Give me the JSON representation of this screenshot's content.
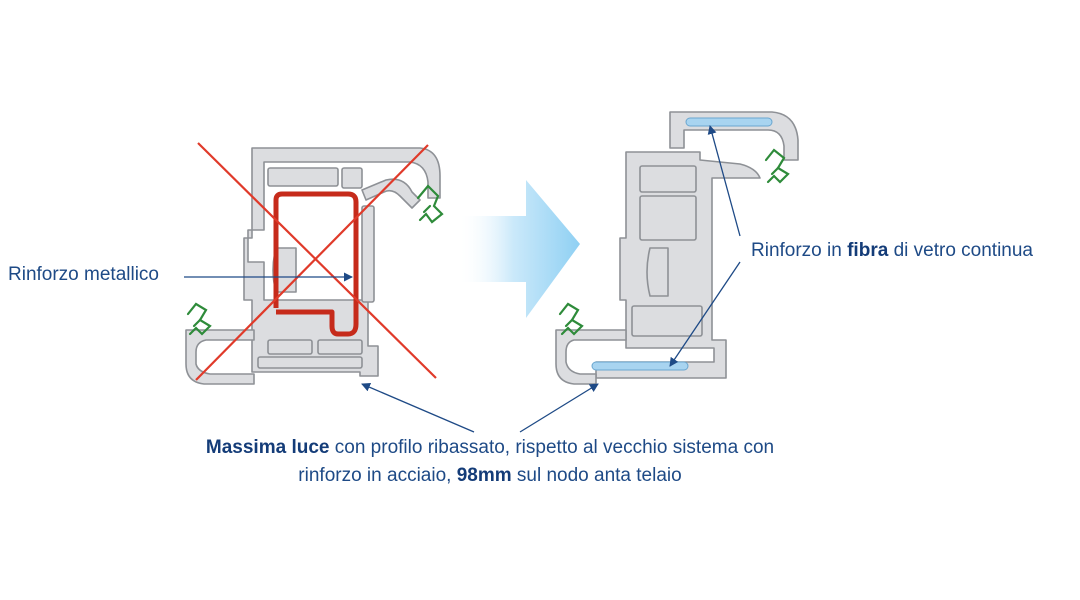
{
  "labels": {
    "left": "Rinforzo metallico",
    "right_pre": "Rinforzo in ",
    "right_bold": "fibra",
    "right_post": " di vetro continua"
  },
  "caption": {
    "line1_bold": "Massima luce",
    "line1_rest": " con profilo ribassato, rispetto al vecchio sistema con",
    "line2_pre": "rinforzo in acciaio, ",
    "line2_bold": "98mm",
    "line2_post": " sul nodo anta telaio"
  },
  "colors": {
    "profile_fill": "#dcdde0",
    "profile_stroke": "#8e9196",
    "steel_reinforcement": "#c62b1b",
    "cross": "#e03a2a",
    "fiber_reinforcement": "#a8d4f0",
    "gasket": "#2e8b3a",
    "arrow": "#8fd0f3",
    "text": "#1e4a86"
  }
}
